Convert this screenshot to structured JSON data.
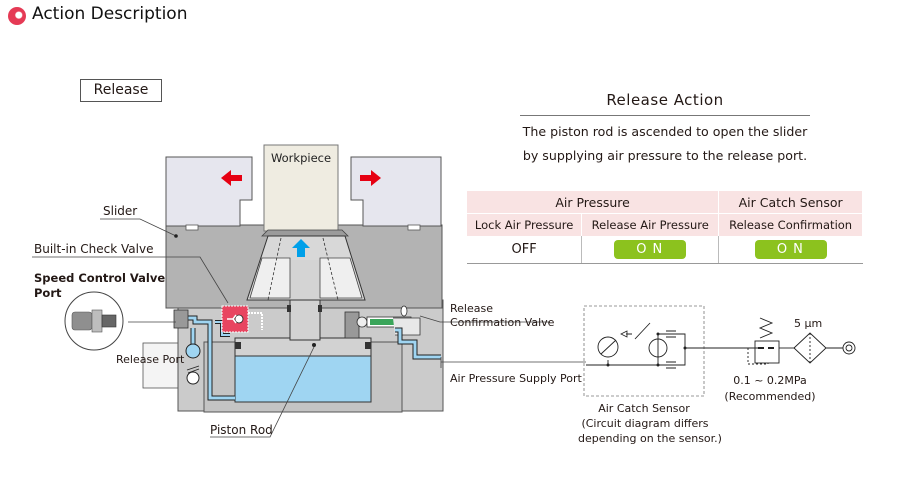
{
  "header": {
    "title": "Action Description",
    "bullet_icon": "record-bullet-icon"
  },
  "mode": {
    "label": "Release"
  },
  "release_action": {
    "title": "Release Action",
    "description_lines": [
      "The piston rod is ascended to open the slider",
      "by supplying air pressure to the release port."
    ]
  },
  "status_table": {
    "group_headers": [
      "Air Pressure",
      "Air Catch Sensor"
    ],
    "columns": [
      "Lock Air Pressure",
      "Release Air Pressure",
      "Release Confirmation"
    ],
    "values": [
      "OFF",
      "ON",
      "ON"
    ],
    "on_color": "#8cc21e",
    "header_bg": "#f9e3e3"
  },
  "diagram": {
    "workpiece_label": "Workpiece",
    "labels": {
      "slider": "Slider",
      "check_valve": "Built-in Check Valve",
      "speed_control_line1": "Speed Control Valve",
      "speed_control_line2": "Port",
      "release_port": "Release Port",
      "piston_rod": "Piston Rod",
      "release_conf_line1": "Release",
      "release_conf_line2": "Confirmation Valve",
      "supply_port": "Air Pressure Supply Port"
    },
    "circuit": {
      "sensor_label": "Air Catch Sensor",
      "sensor_note_line1": "(Circuit diagram differs",
      "sensor_note_line2": "depending on the sensor.)",
      "pressure_range": "0.1 ~ 0.2MPa",
      "pressure_note": "(Recommended)",
      "filter_rating": "5 μm"
    },
    "colors": {
      "slide_arrow": "#e60012",
      "air_arrow": "#00a0e9",
      "air_fill": "#9fd5f2",
      "check_valve": "#e84560",
      "conf_valve": "#3aa55a",
      "body_dark": "#b3b3b3",
      "body_light": "#cbcbcb",
      "slider_fill": "#e6e6ee",
      "workpiece_fill": "#efece1"
    }
  }
}
